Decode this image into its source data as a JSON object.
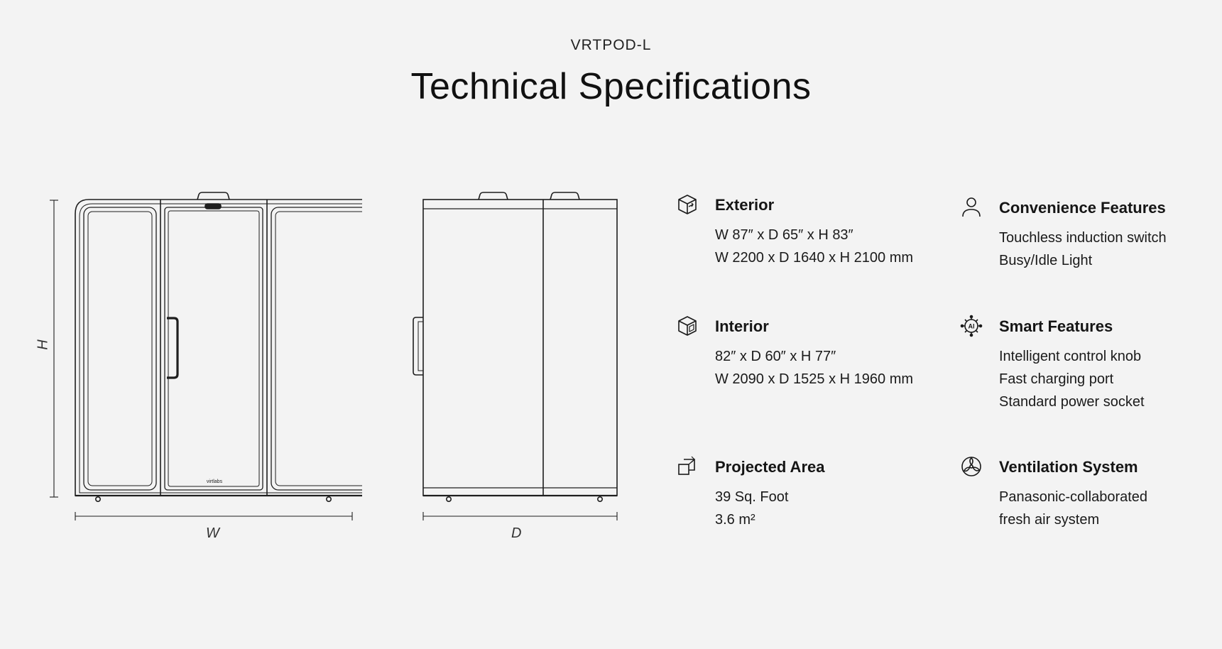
{
  "header": {
    "eyebrow": "VRTPOD-L",
    "title": "Technical Specifications"
  },
  "drawings": {
    "front_brand": "virtlabs",
    "labels": {
      "height": "H",
      "width": "W",
      "depth": "D"
    }
  },
  "specs": [
    {
      "icon": "box-icon",
      "title": "Exterior",
      "lines": [
        "W 87″ x D 65″ x H 83″",
        "W 2200 x D 1640 x H 2100 mm"
      ]
    },
    {
      "icon": "user-icon",
      "title": "Convenience Features",
      "lines": [
        "Touchless induction switch",
        "Busy/Idle Light"
      ]
    },
    {
      "icon": "box-inner-icon",
      "title": "Interior",
      "lines": [
        "82″ x D 60″ x H 77″",
        "W 2090 x D 1525 x H 1960 mm"
      ]
    },
    {
      "icon": "ai-chip-icon",
      "title": "Smart Features",
      "lines": [
        "Intelligent control knob",
        "Fast charging port",
        "Standard power socket"
      ]
    },
    {
      "icon": "area-icon",
      "title": "Projected Area",
      "lines": [
        "39 Sq. Foot",
        "3.6 m²"
      ]
    },
    {
      "icon": "fan-icon",
      "title": "Ventilation System",
      "lines": [
        "Panasonic-collaborated",
        "fresh air system"
      ]
    }
  ],
  "colors": {
    "background": "#f3f3f3",
    "text": "#141414",
    "line": "#1e1e1e"
  }
}
